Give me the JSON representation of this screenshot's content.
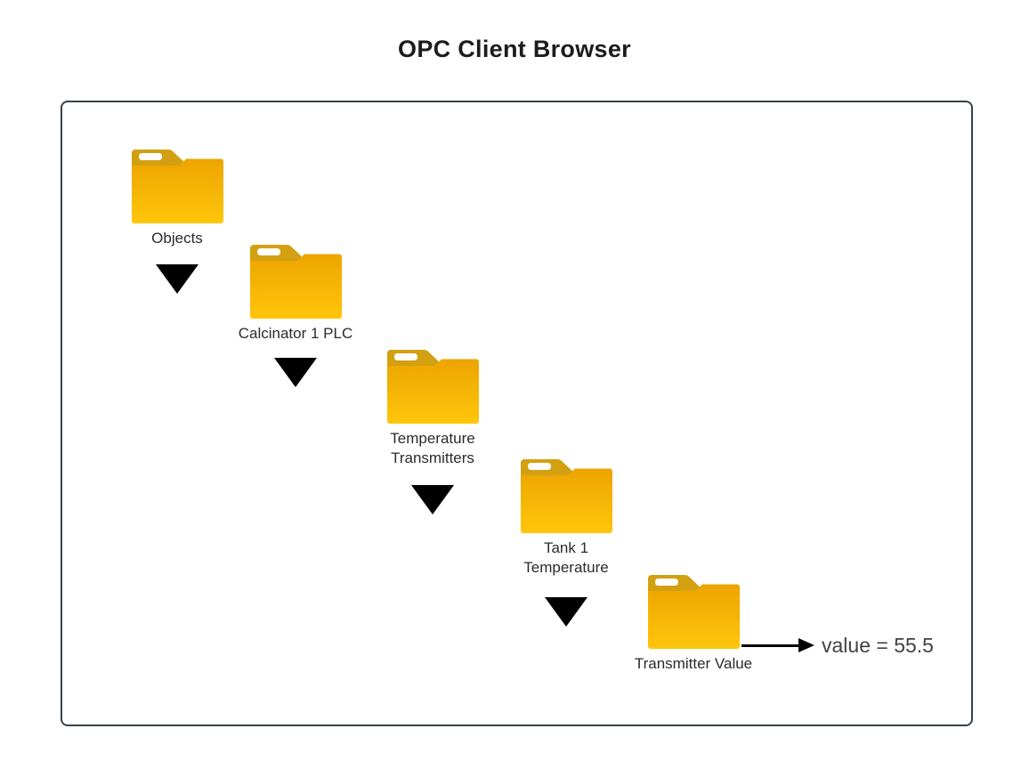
{
  "title": "OPC Client Browser",
  "browser_panel": {
    "nodes": [
      {
        "name": "objects",
        "label_line1": "Objects",
        "label_line2": ""
      },
      {
        "name": "calcinator-1-plc",
        "label_line1": "Calcinator 1 PLC",
        "label_line2": ""
      },
      {
        "name": "temperature-transmitters",
        "label_line1": "Temperature",
        "label_line2": "Transmitters"
      },
      {
        "name": "tank-1-temperature",
        "label_line1": "Tank 1",
        "label_line2": "Temperature"
      },
      {
        "name": "transmitter-value",
        "label_line1": "Transmitter Value",
        "label_line2": ""
      }
    ],
    "value_annotation": "value = 55.5"
  },
  "icons": {
    "folder": "folder-icon",
    "expand": "expand-triangle-icon",
    "value_pointer": "right-arrow-icon"
  },
  "colors": {
    "folder_tab": "#D2A011",
    "folder_gradient_top": "#ECA400",
    "folder_gradient_bottom": "#FFC60A",
    "panel_border": "#38424C",
    "title_text": "#1C1C1C",
    "label_text": "#2B2B2B",
    "value_text": "#414141",
    "arrow": "#000000"
  }
}
